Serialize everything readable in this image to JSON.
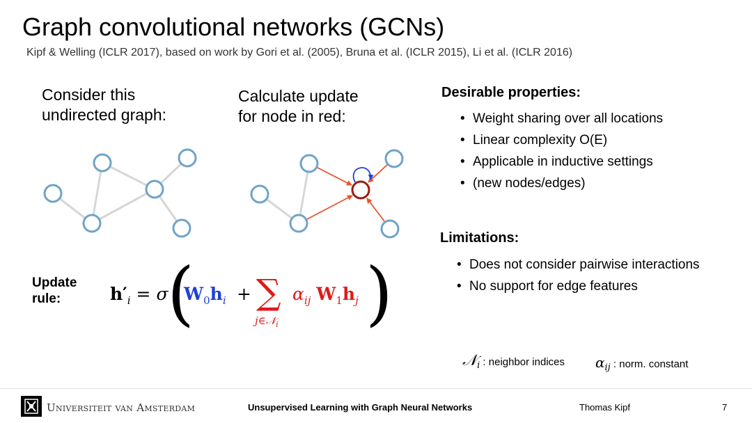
{
  "slide": {
    "title": "Graph convolutional networks (GCNs)",
    "subtitle": "Kipf & Welling (ICLR 2017), based on work by Gori et al. (2005), Bruna et al. (ICLR 2015), Li et al. (ICLR 2016)",
    "left_heading": [
      "Consider this",
      "undirected graph:"
    ],
    "mid_heading": [
      "Calculate update",
      "for node in red:"
    ],
    "desirable": {
      "heading": "Desirable properties:",
      "items": [
        "Weight sharing over all locations",
        "Linear complexity O(E)",
        "Applicable in inductive settings",
        "(new nodes/edges)"
      ]
    },
    "limitations": {
      "heading": "Limitations:",
      "items": [
        "Does not consider pairwise interactions",
        "No support for edge features"
      ]
    },
    "update_rule": {
      "label": [
        "Update",
        "rule:"
      ],
      "lhs": "h′",
      "lhs_sub": "i",
      "eq_sigma": "= σ",
      "w0": "W",
      "w0_sub": "0",
      "h": "h",
      "h_sub": "i",
      "plus": "+",
      "sum": "∑",
      "sum_sub": "j∈𝒩",
      "sum_sub_i": "i",
      "alpha": "α",
      "alpha_sub": "ij",
      "w1": "W",
      "w1_sub": "1",
      "hj": "h",
      "hj_sub": "j"
    },
    "legend": {
      "ni_symbol": "𝒩",
      "ni_sub": "i",
      "ni_text": ": neighbor indices",
      "alpha_symbol": "α",
      "alpha_sub": "ij",
      "alpha_text": ": norm. constant"
    }
  },
  "footer": {
    "university": "Universiteit van Amsterdam",
    "course": "Unsupervised Learning with Graph Neural Networks",
    "author": "Thomas Kipf",
    "page": "7"
  },
  "colors": {
    "node": "#6ea3c8",
    "edge": "#d6d6d6",
    "red_node": "#9b1c12",
    "red_arrow": "#e8532a",
    "blue": "#1f3fd6",
    "red_text": "#e01a1a"
  },
  "icons": {
    "logo": "uva-logo-icon"
  }
}
